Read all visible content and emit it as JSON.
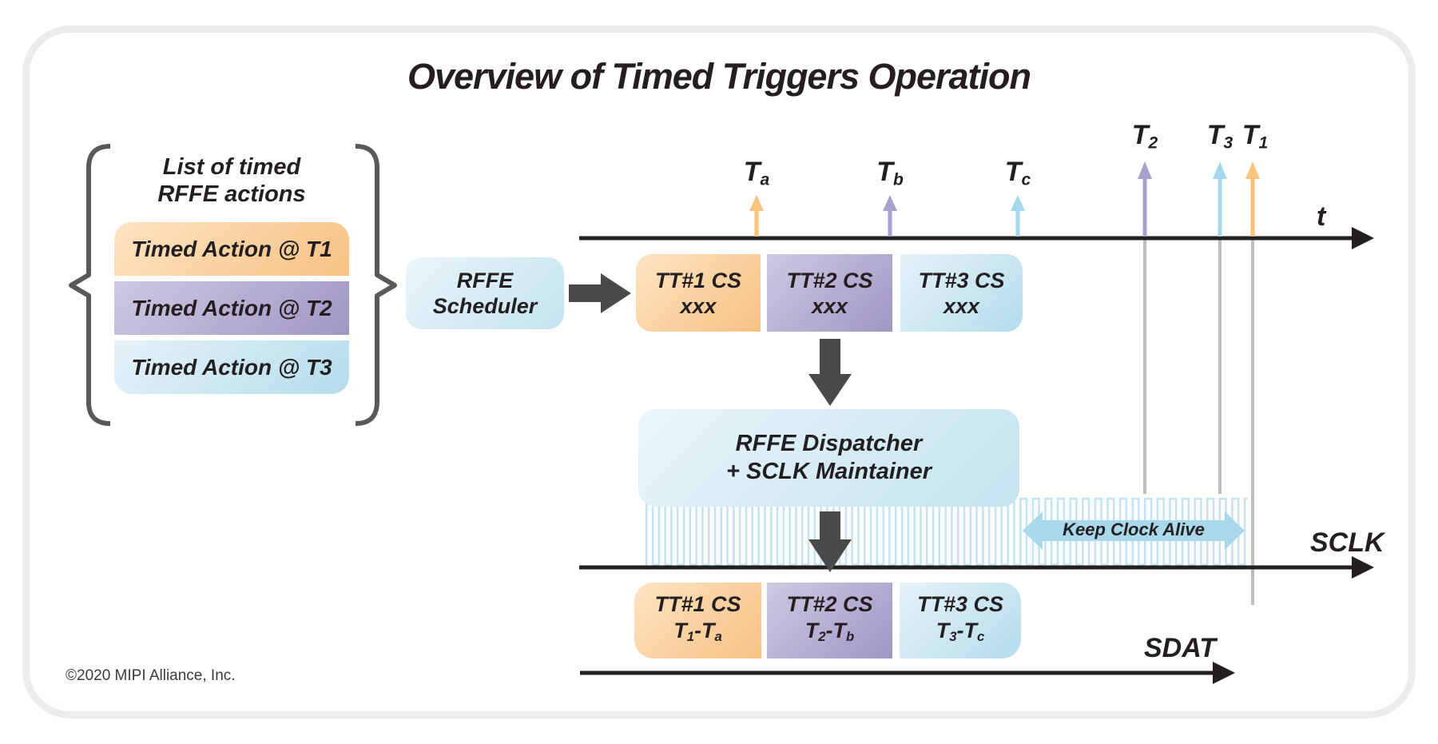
{
  "title": "Overview of Timed Triggers Operation",
  "copyright": "©2020 MIPI Alliance, Inc.",
  "action_list": {
    "heading": {
      "line1": "List of timed",
      "line2": "RFFE actions"
    },
    "items": [
      {
        "label": "Timed Action @ T1"
      },
      {
        "label": "Timed Action @ T2"
      },
      {
        "label": "Timed Action @ T3"
      }
    ]
  },
  "scheduler": {
    "line1": "RFFE",
    "line2": "Scheduler"
  },
  "dispatcher": {
    "line1": "RFFE Dispatcher",
    "line2": "+ SCLK Maintainer"
  },
  "timeline": {
    "axis_label": "t",
    "small_markers": [
      {
        "base": "T",
        "sub": "a"
      },
      {
        "base": "T",
        "sub": "b"
      },
      {
        "base": "T",
        "sub": "c"
      }
    ],
    "trigger_markers": [
      {
        "base": "T",
        "sub": "2"
      },
      {
        "base": "T",
        "sub": "3"
      },
      {
        "base": "T",
        "sub": "1"
      }
    ]
  },
  "cs_row": [
    {
      "line1": "TT#1 CS",
      "line2": "xxx"
    },
    {
      "line1": "TT#2 CS",
      "line2": "xxx"
    },
    {
      "line1": "TT#3 CS",
      "line2": "xxx"
    }
  ],
  "sdat_row": [
    {
      "line1": "TT#1 CS",
      "t1": "T",
      "t1_sub": "1",
      "sep": "-",
      "t2": "T",
      "t2_sub": "a"
    },
    {
      "line1": "TT#2 CS",
      "t1": "T",
      "t1_sub": "2",
      "sep": "-",
      "t2": "T",
      "t2_sub": "b"
    },
    {
      "line1": "TT#3 CS",
      "t1": "T",
      "t1_sub": "3",
      "sep": "-",
      "t2": "T",
      "t2_sub": "c"
    }
  ],
  "clock": {
    "keep_alive_label": "Keep Clock Alive"
  },
  "signals": {
    "sclk": "SCLK",
    "sdat": "SDAT"
  },
  "colors": {
    "orange": "#F8C183",
    "purple": "#A096C5",
    "blue": "#B5DCEC",
    "cyan_box": "#C3E3F0",
    "marker_orange": "#F9C27D",
    "marker_purple": "#A9A0CD",
    "marker_blue": "#A5D8EC",
    "flow_arrow_dark": "#4A4A48",
    "axis_black": "#231F20",
    "drop_line_gray": "#BCBCBC",
    "clock_stroke": "#C5E4F1",
    "keep_alive_fill": "#A9D8EA",
    "brace_gray": "#58595B",
    "frame_border": "#ECECEC"
  }
}
